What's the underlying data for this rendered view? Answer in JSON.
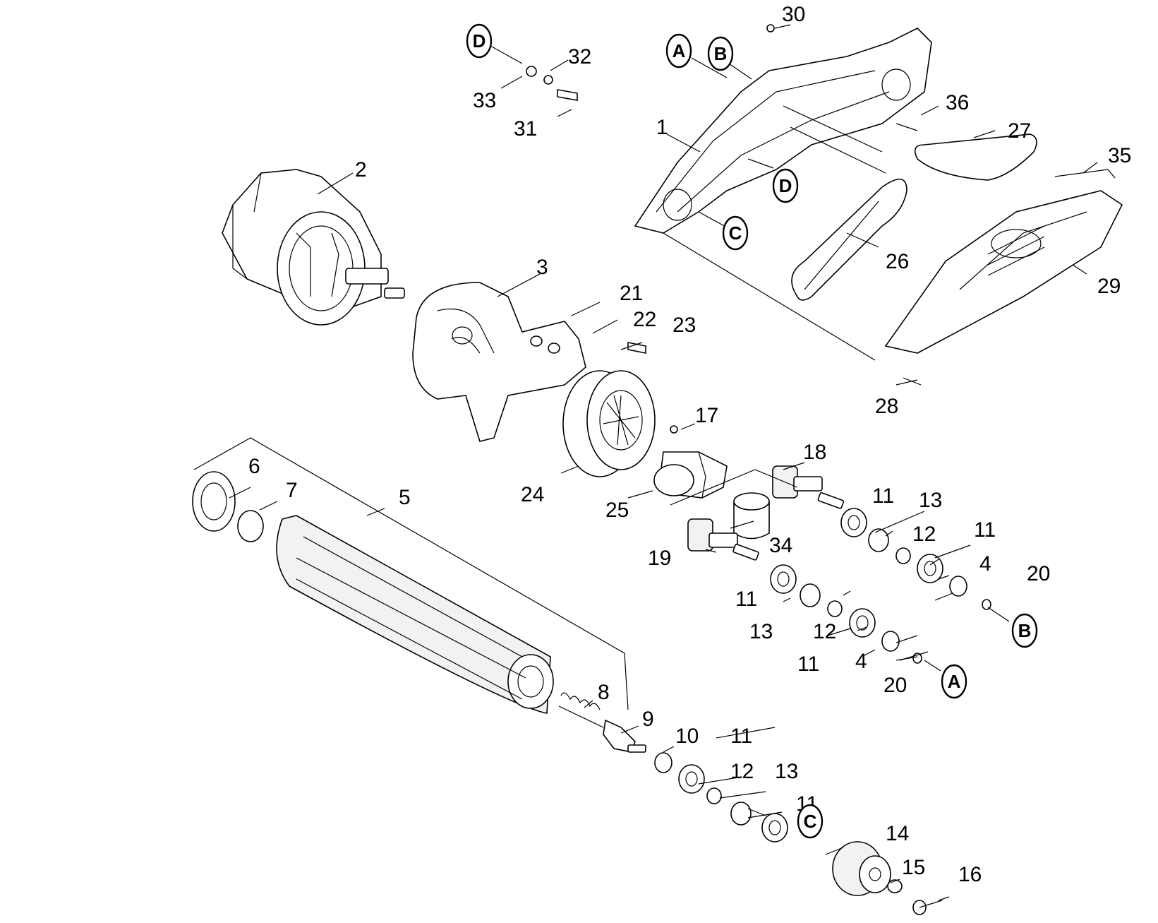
{
  "diagram": {
    "colors": {
      "line": "#000000",
      "background": "#ffffff",
      "fill": "#f2f2f2"
    },
    "part_numbers": [
      "1",
      "2",
      "3",
      "4",
      "4",
      "5",
      "6",
      "7",
      "8",
      "9",
      "10",
      "11",
      "11",
      "11",
      "11",
      "11",
      "11",
      "12",
      "12",
      "12",
      "13",
      "13",
      "13",
      "14",
      "15",
      "16",
      "17",
      "18",
      "19",
      "20",
      "20",
      "21",
      "22",
      "23",
      "24",
      "25",
      "26",
      "27",
      "28",
      "29",
      "30",
      "31",
      "32",
      "33",
      "34",
      "35",
      "36"
    ],
    "reference_letters": [
      "A",
      "B",
      "D",
      "D",
      "C",
      "C",
      "B",
      "A"
    ]
  }
}
